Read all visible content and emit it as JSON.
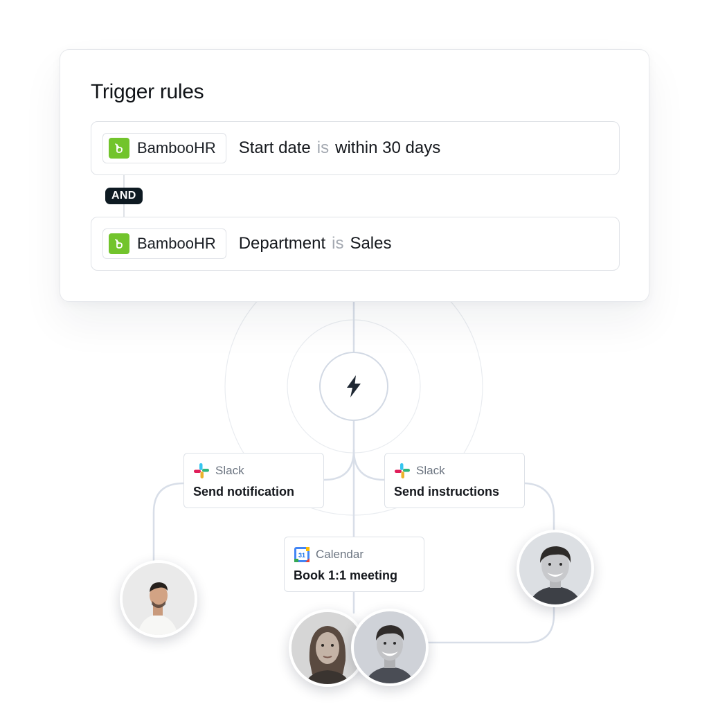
{
  "trigger_card": {
    "title": "Trigger rules",
    "rules": [
      {
        "app": "BambooHR",
        "field": "Start date",
        "operator": "is",
        "value": "within 30 days"
      },
      {
        "app": "BambooHR",
        "field": "Department",
        "operator": "is",
        "value": "Sales"
      }
    ],
    "joiner": "AND"
  },
  "trigger_node": {
    "icon": "lightning-bolt-icon"
  },
  "actions": [
    {
      "app": "Slack",
      "title": "Send notification",
      "icon": "slack-logo-icon"
    },
    {
      "app": "Slack",
      "title": "Send instructions",
      "icon": "slack-logo-icon"
    },
    {
      "app": "Calendar",
      "title": "Book 1:1 meeting",
      "icon": "google-calendar-icon",
      "icon_text": "31"
    }
  ],
  "colors": {
    "bamboo_green": "#72c42c",
    "badge_dark": "#0e1a22",
    "connector": "#d8dee8",
    "muted_text": "#a3a8b0"
  }
}
